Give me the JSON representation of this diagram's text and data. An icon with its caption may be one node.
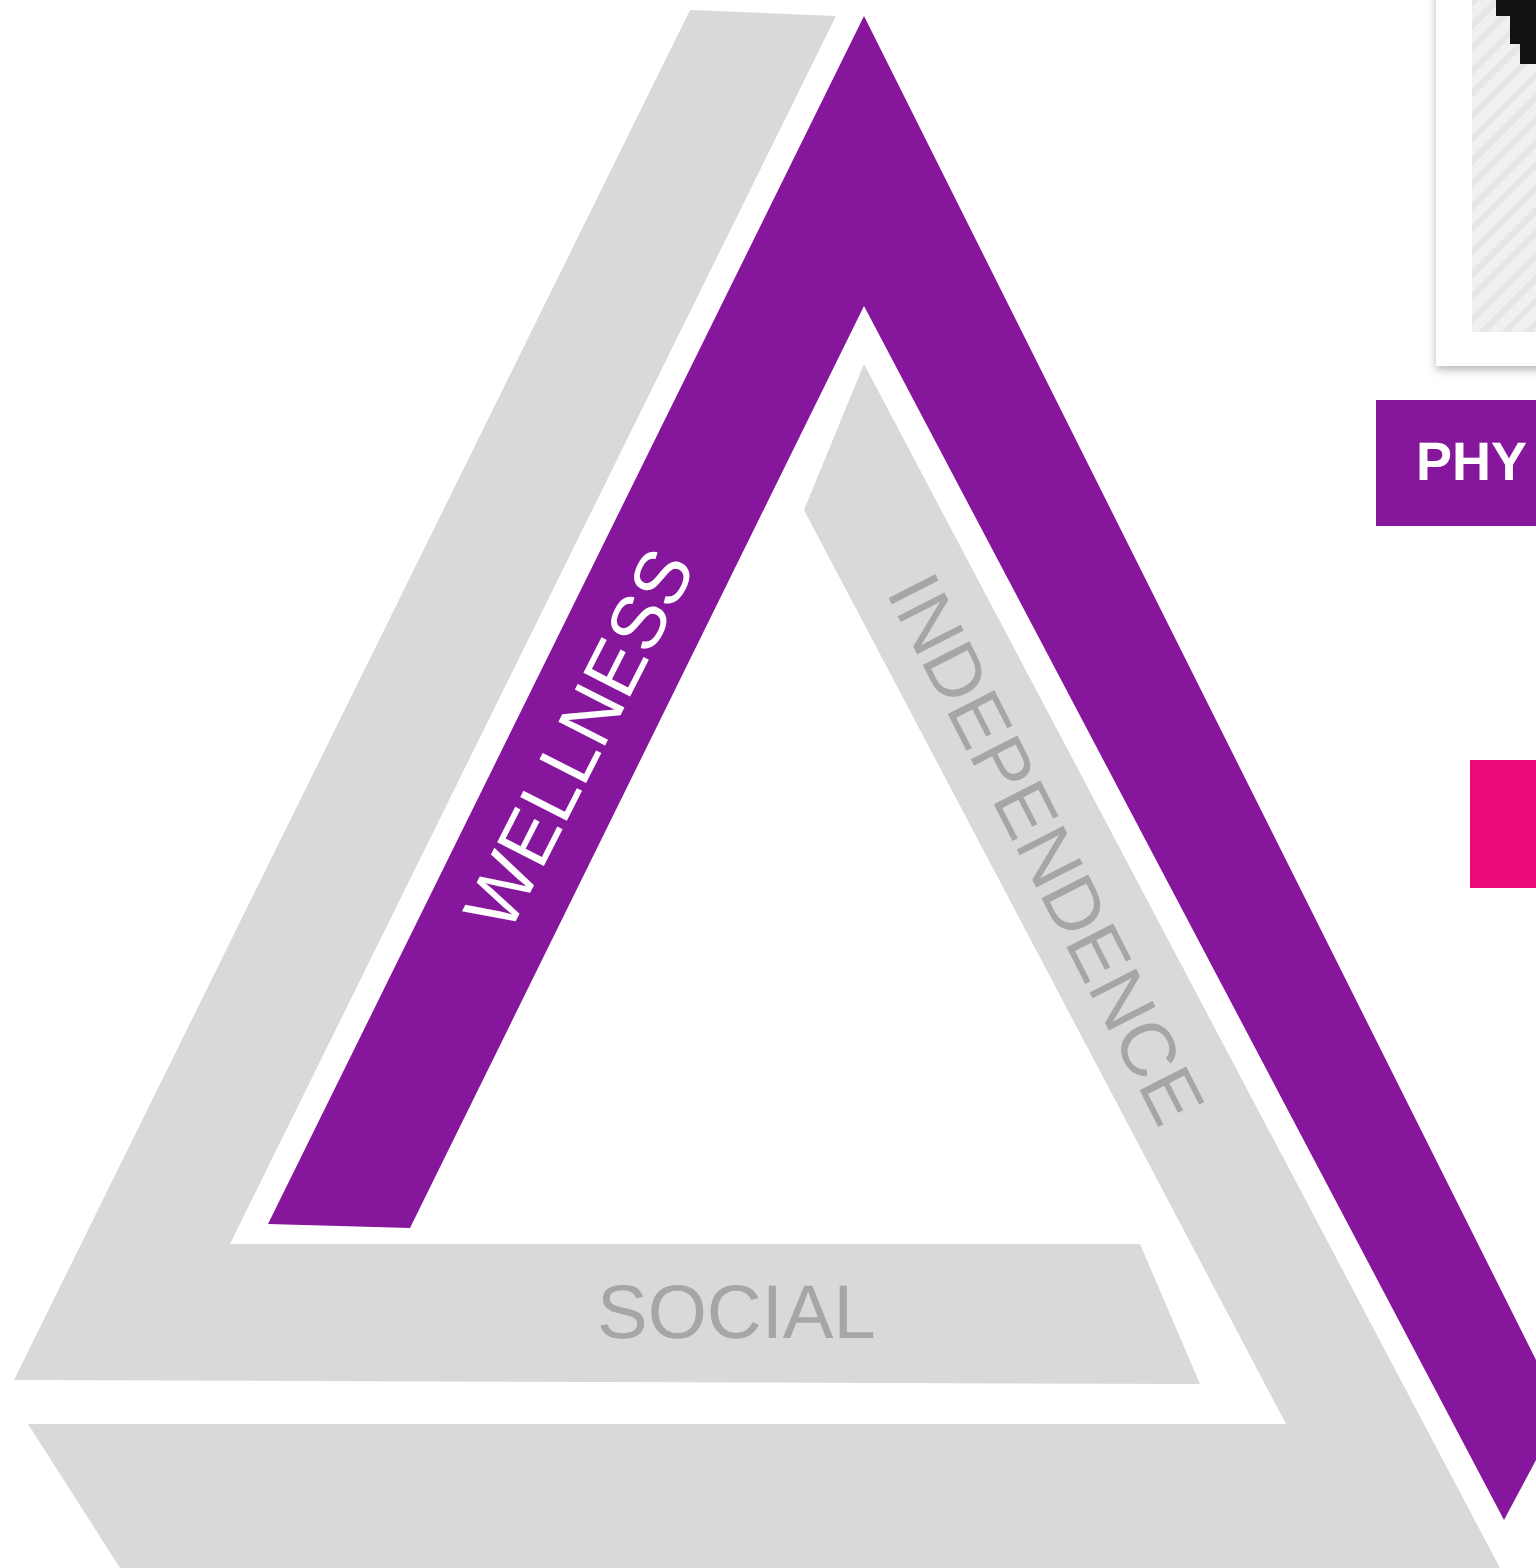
{
  "diagram": {
    "nodes": [
      {
        "text": [
          "WELLNESS"
        ]
      },
      {
        "text": [
          "INDEPENDENCE"
        ]
      },
      {
        "text": [
          "SOCIAL"
        ]
      },
      {
        "text": [
          "PHY"
        ]
      },
      {
        "text": [],
        "shape": "box"
      }
    ]
  }
}
